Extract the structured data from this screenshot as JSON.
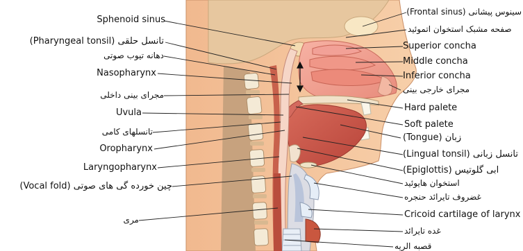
{
  "diagram": {
    "labels_left": [
      {
        "id": "sphenoid",
        "text": "Sphenoid sinus"
      },
      {
        "id": "pharyngeal",
        "text": "تانسل حلقی (Pharyngeal tonsil)"
      },
      {
        "id": "eustachian",
        "text": "دهانه تیوب صوتی"
      },
      {
        "id": "nasopharynx",
        "text": "Nasopharynx"
      },
      {
        "id": "internal-nasal",
        "text": "مجرای بینی داخلی"
      },
      {
        "id": "uvula",
        "text": "Uvula"
      },
      {
        "id": "palatine",
        "text": "تانسلهای کامی"
      },
      {
        "id": "oropharynx",
        "text": "Oropharynx"
      },
      {
        "id": "laryngopharynx",
        "text": "Laryngopharynx"
      },
      {
        "id": "vocal-fold",
        "text": "چین خورده گی های صوتی (Vocal fold)"
      },
      {
        "id": "esophagus",
        "text": "مری"
      }
    ],
    "labels_right": [
      {
        "id": "frontal",
        "text": "سینوس پیشانی (Frontal sinus)"
      },
      {
        "id": "ethmoid",
        "text": "صفحه مشبک استخوان اتموئید"
      },
      {
        "id": "superior-concha",
        "text": "Superior concha"
      },
      {
        "id": "middle-concha",
        "text": "Middle concha"
      },
      {
        "id": "inferior-concha",
        "text": "Inferior concha"
      },
      {
        "id": "external-nasal",
        "text": "مجرای خارجی بینی"
      },
      {
        "id": "hard-palate",
        "text": "Hard palete"
      },
      {
        "id": "soft-palate",
        "text": "Soft palete"
      },
      {
        "id": "tongue",
        "text": "زبان (Tongue)"
      },
      {
        "id": "lingual",
        "text": "تانسل زبانی (Lingual tonsil)"
      },
      {
        "id": "epiglottis",
        "text": "ابی گلوتیس (Epiglottis)"
      },
      {
        "id": "hyoid",
        "text": "استخوان هایوئید"
      },
      {
        "id": "thyroid-cart",
        "text": "غضروف تایرائد حنجره"
      },
      {
        "id": "cricoid",
        "text": "Cricoid cartilage of larynx"
      },
      {
        "id": "thyroid-gland",
        "text": "غده تایرائد"
      },
      {
        "id": "trachea",
        "text": "قصبه الریه"
      }
    ]
  }
}
